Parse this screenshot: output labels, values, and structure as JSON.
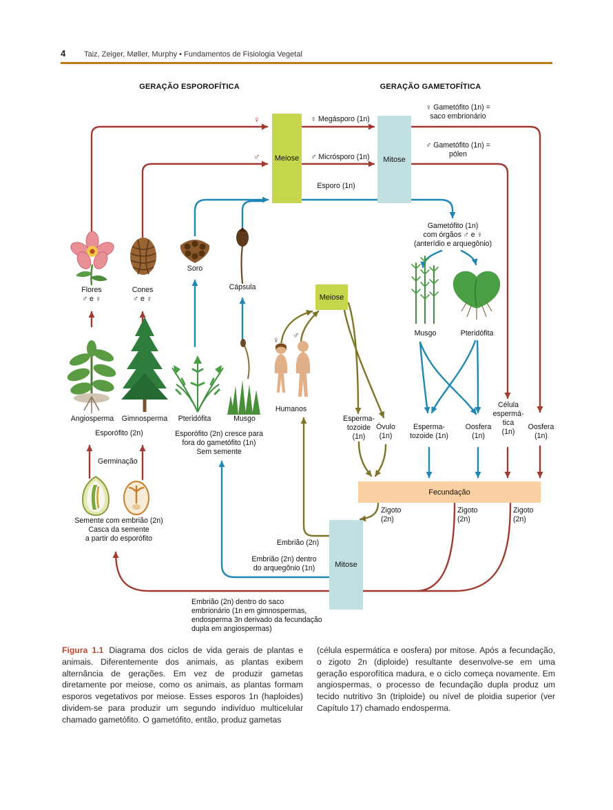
{
  "colors": {
    "rule": "#c1771c",
    "red": "#a03a30",
    "blue": "#1f87b4",
    "olive": "#7d7426",
    "meiose-box": "#c6d64b",
    "mitose-box": "#c2e0e2",
    "fecundacao-box": "#f9d0a1",
    "figura": "#c0452a"
  },
  "header": {
    "page_number": "4",
    "running_title": "Taiz, Zeiger, Møller, Murphy  •  Fundamentos de Fisiologia Vegetal"
  },
  "diagram": {
    "left_column_title": "GERAÇÃO ESPOROFÍTICA",
    "right_column_title": "GERAÇÃO GAMETOFÍTICA",
    "boxes": {
      "meiose_top": "Meiose",
      "mitose_top": "Mitose",
      "meiose_middle": "Meiose",
      "fecundacao": "Fecundação",
      "mitose_bottom": "Mitose"
    },
    "symbols": {
      "female": "♀",
      "male": "♂"
    },
    "labels": {
      "megasporo": "♀ Megásporo (1n)",
      "microsporo": "♂ Micrósporo (1n)",
      "esporo": "Esporo (1n)",
      "gametofito_female": "♀ Gametófito (1n) =\nsaco embrionário",
      "gametofito_male": "♂ Gametófito (1n) =\npólen",
      "gametofito_orgaos": "Gametófito (1n)\ncom órgãos ♂ e ♀\n(anterídio e arquegônio)",
      "flores": "Flores\n♂ e ♀",
      "cones": "Cones\n♂ e ♀",
      "soro": "Soro",
      "capsula": "Cápsula",
      "musgo_gametofito": "Musgo",
      "pteridofita_gametofito": "Pteridófita",
      "angiosperma": "Angiosperma",
      "gimnosperma": "Gimnosperma",
      "pteridofita": "Pteridófita",
      "musgo": "Musgo",
      "humanos": "Humanos",
      "esporofito": "Esporófito (2n)",
      "esporofito_cresce": "Esporófito (2n) cresce para\nfora do gametófito (1n)\nSem semente",
      "germinacao": "Germinação",
      "semente": "Semente com embrião (2n)\nCasca da semente\na partir do esporófito",
      "espermatozoide_humano": "Esperma-\ntozoide\n(1n)",
      "ovulo": "Óvulo\n(1n)",
      "espermatozoide_planta": "Esperma-\ntozoide (1n)",
      "oosfera_esquerda": "Oosfera\n(1n)",
      "celula_espermatica": "Célula\nespermá-\ntica\n(1n)",
      "oosfera_direita": "Oosfera\n(1n)",
      "zigoto_esquerda": "Zigoto\n(2n)",
      "zigoto_meio": "Zigoto\n(2n)",
      "zigoto_direita": "Zigoto\n(2n)",
      "embriao": "Embrião (2n)",
      "embriao_arquegonio": "Embrião (2n) dentro\ndo arquegônio (1n)",
      "embriao_saco": "Embrião (2n) dentro do saco\nembrionário (1n em gimnospermas,\nendosperma 3n derivado da fecundação\ndupla em angiospermas)"
    }
  },
  "caption": {
    "figure_label": "Figura 1.1",
    "column_left": "Diagrama dos ciclos de vida gerais de plantas e animais. Diferentemente dos animais, as plantas exibem alternância de gerações. Em vez de produzir gametas diretamente por meiose, como os animais, as plantas formam esporos vegetativos por meiose. Esses esporos 1n (haploides) dividem-se para produzir um segundo indivíduo multicelular chamado gametófito. O gametófito, então, produz gametas",
    "column_right": "(célula espermática e oosfera) por mitose. Após a fecundação, o zigoto 2n (diploide) resultante desenvolve-se em uma geração esporofítica madura, e o ciclo começa novamente. Em angiospermas, o processo de fecundação dupla produz um tecido nutritivo 3n (triploide) ou nível de ploidia superior (ver Capítulo 17) chamado endosperma."
  }
}
